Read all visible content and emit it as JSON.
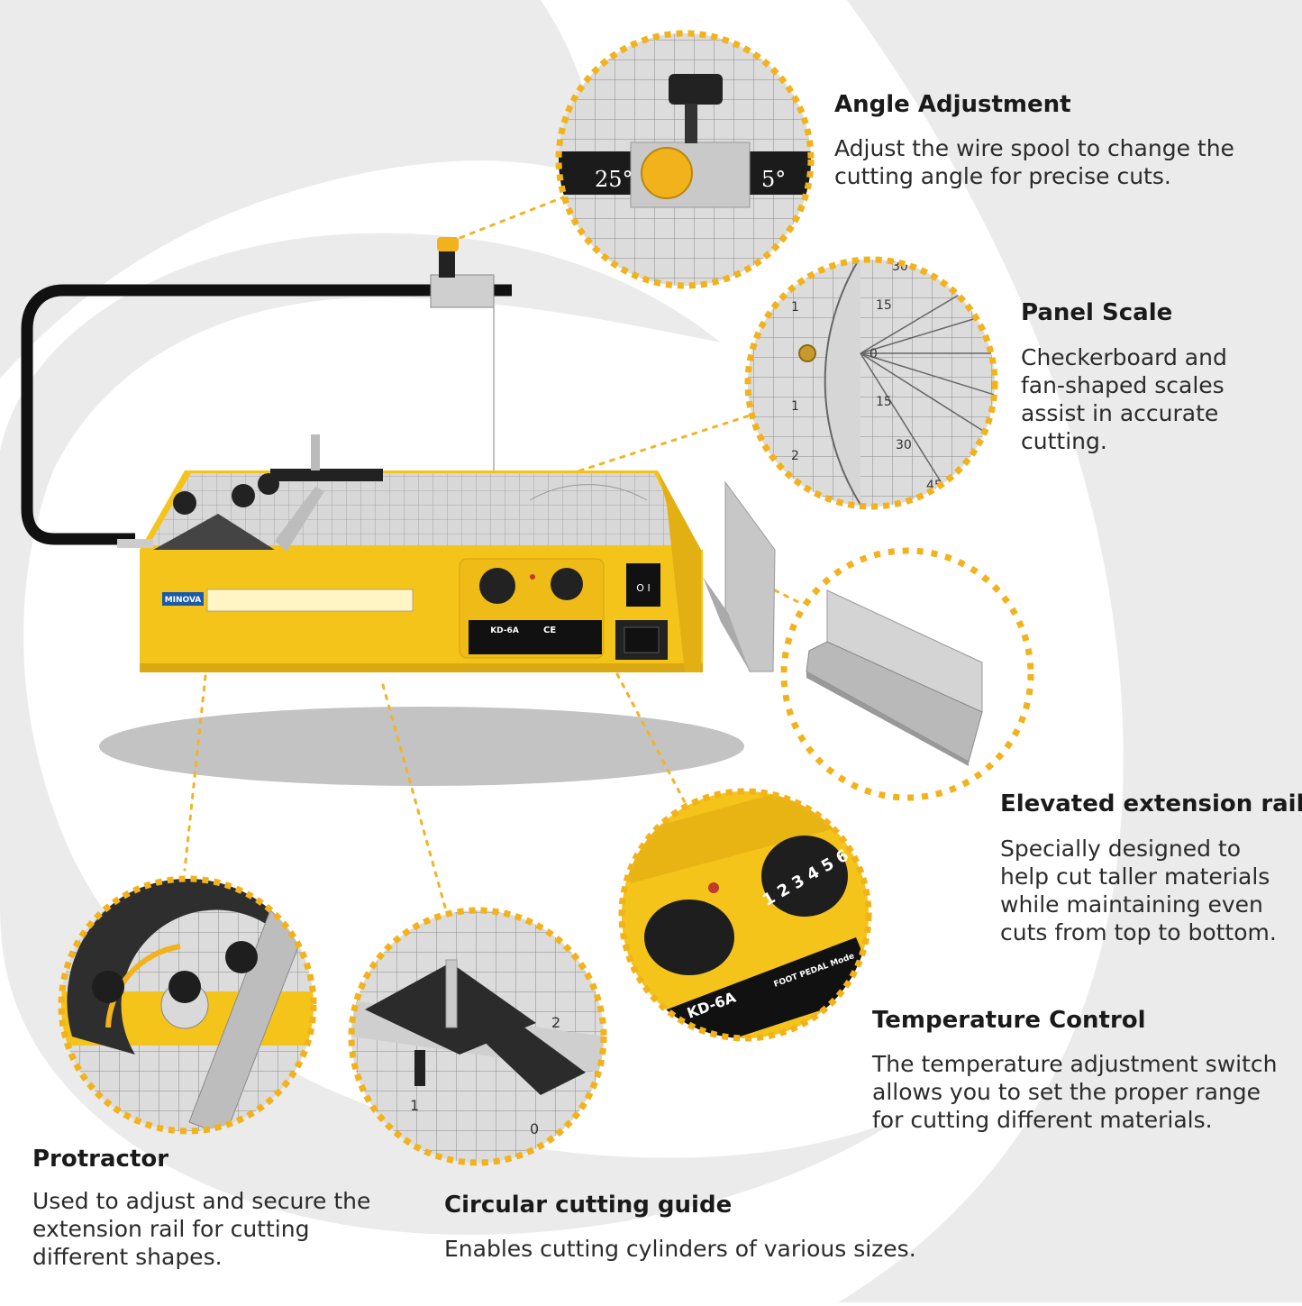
{
  "features": {
    "angle_adjustment": {
      "title": "Angle Adjustment",
      "description": "Adjust the wire spool to change the\ncutting angle for precise cuts.",
      "scale_left": "25°",
      "scale_right": "5°"
    },
    "panel_scale": {
      "title": "Panel Scale",
      "description": "Checkerboard and\nfan-shaped scales\nassist in accurate\ncutting.",
      "fan_labels": [
        "30",
        "15",
        "0",
        "15",
        "30",
        "45"
      ],
      "side_labels": [
        "1",
        "1",
        "2"
      ]
    },
    "extension_rail": {
      "title": "Elevated extension rail",
      "description": "Specially designed to\nhelp cut taller materials\nwhile maintaining even\n cuts from top to bottom."
    },
    "temperature_control": {
      "title": "Temperature Control",
      "description": "The temperature adjustment switch\nallows you to set the proper range\nfor cutting different materials.",
      "dial_numbers": "1 2 3 4 5 6",
      "label_model": "KD-6A",
      "label_mode": "FOOT PEDAL Mode"
    },
    "protractor": {
      "title": "Protractor",
      "description": "Used to adjust and secure the\nextension rail for cutting\ndifferent shapes."
    },
    "circular_guide": {
      "title": "Circular cutting guide",
      "description": "Enables cutting cylinders of various sizes.",
      "grid_labels": [
        "2",
        "1",
        "0"
      ]
    }
  },
  "product": {
    "brand": "MINOVA",
    "model": "KD-6A",
    "certification": "CE",
    "switch_label": "O I"
  },
  "colors": {
    "accent_yellow": "#f2b21c",
    "machine_yellow": "#f5c41a",
    "background_gray": "#ebebeb"
  }
}
